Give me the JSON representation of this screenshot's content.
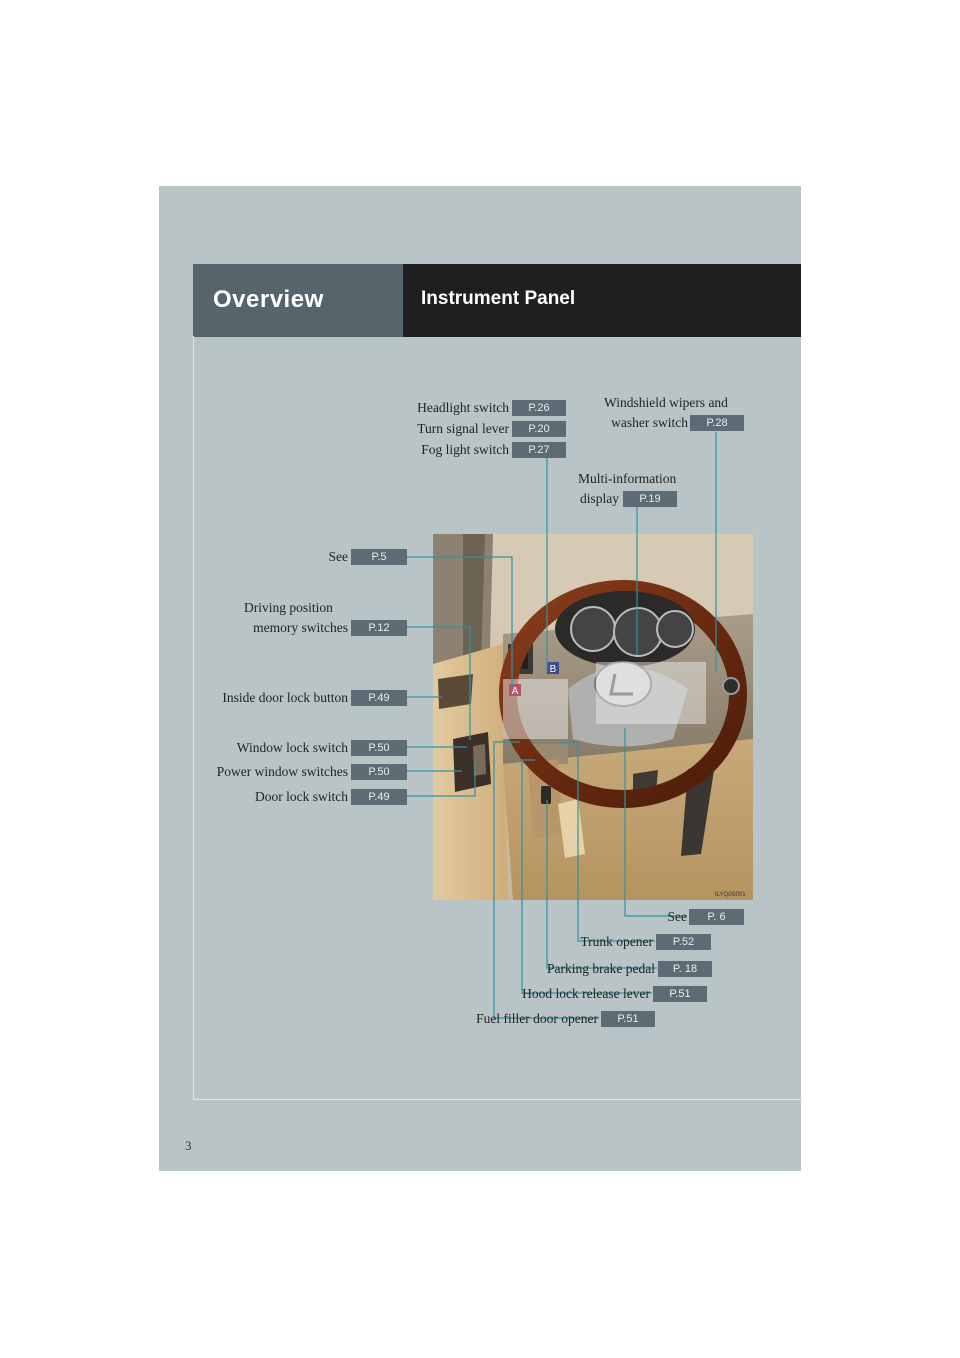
{
  "header": {
    "section": "Overview",
    "title": "Instrument Panel"
  },
  "page_number": "3",
  "illustration_code": "ILYQ0S001",
  "badges": {
    "a": "A",
    "b": "B"
  },
  "callouts": {
    "headlight_switch": {
      "label": "Headlight switch",
      "page": "P.26"
    },
    "turn_signal_lever": {
      "label": "Turn signal lever",
      "page": "P.20"
    },
    "fog_light_switch": {
      "label": "Fog light switch",
      "page": "P.27"
    },
    "windshield_wipers": {
      "label_line1": "Windshield wipers and",
      "label_line2": "washer switch",
      "page": "P.28"
    },
    "multi_information_display": {
      "label_line1": "Multi-information",
      "label_line2": "display",
      "page": "P.19"
    },
    "see_a": {
      "label": "See",
      "page": "P.5"
    },
    "driving_position_memory": {
      "label_line1": "Driving position",
      "label_line2": "memory switches",
      "page": "P.12"
    },
    "inside_door_lock_button": {
      "label": "Inside door lock button",
      "page": "P.49"
    },
    "window_lock_switch": {
      "label": "Window lock switch",
      "page": "P.50"
    },
    "power_window_switches": {
      "label": "Power window switches",
      "page": "P.50"
    },
    "door_lock_switch": {
      "label": "Door lock switch",
      "page": "P.49"
    },
    "see_b": {
      "label": "See",
      "page": "P. 6"
    },
    "trunk_opener": {
      "label": "Trunk opener",
      "page": "P.52"
    },
    "parking_brake_pedal": {
      "label": "Parking brake pedal",
      "page": "P. 18"
    },
    "hood_lock_release_lever": {
      "label": "Hood lock release lever",
      "page": "P.51"
    },
    "fuel_filler_door_opener": {
      "label": "Fuel filler door opener",
      "page": "P.51"
    }
  },
  "colors": {
    "page_bg": "#b9c4c6",
    "header_left": "#56646c",
    "header_right": "#1f1f20",
    "page_ref_box": "#5d6c74",
    "leader_line": "#2f93a3"
  }
}
